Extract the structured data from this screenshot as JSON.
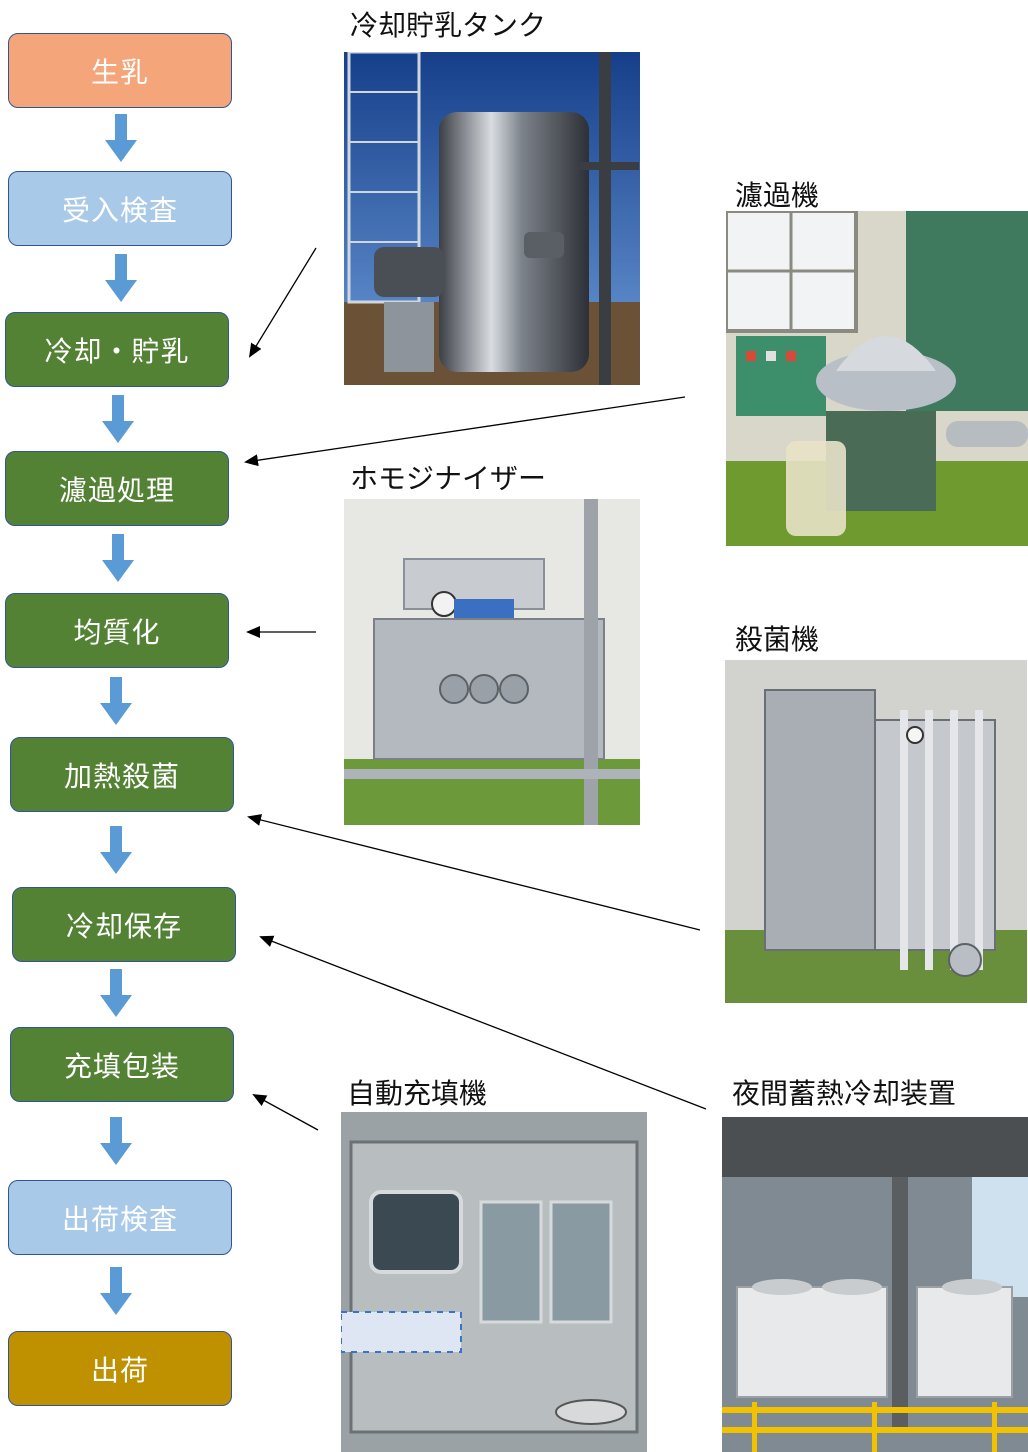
{
  "colors": {
    "raw_milk": "#f4a57a",
    "inspection": "#a9c9e9",
    "process": "#548235",
    "shipping": "#bf9000",
    "flow_arrow": "#5b9bd5",
    "pointer": "#000000"
  },
  "flow": {
    "steps": [
      {
        "label": "生乳",
        "kind": "raw_milk"
      },
      {
        "label": "受入検査",
        "kind": "inspection"
      },
      {
        "label": "冷却・貯乳",
        "kind": "process"
      },
      {
        "label": "濾過処理",
        "kind": "process"
      },
      {
        "label": "均質化",
        "kind": "process"
      },
      {
        "label": "加熱殺菌",
        "kind": "process"
      },
      {
        "label": "冷却保存",
        "kind": "process"
      },
      {
        "label": "充填包装",
        "kind": "process"
      },
      {
        "label": "出荷検査",
        "kind": "inspection"
      },
      {
        "label": "出荷",
        "kind": "shipping"
      }
    ]
  },
  "equipment": {
    "cooling_tank": {
      "caption": "冷却貯乳タンク",
      "icon": "storage-tank-photo"
    },
    "filter_machine": {
      "caption": "濾過機",
      "icon": "centrifugal-filter-photo"
    },
    "homogenizer": {
      "caption": "ホモジナイザー",
      "icon": "homogenizer-photo"
    },
    "sterilizer": {
      "caption": "殺菌機",
      "icon": "plate-sterilizer-photo"
    },
    "auto_filler": {
      "caption": "自動充填機",
      "icon": "filling-machine-photo"
    },
    "night_cooling": {
      "caption": "夜間蓄熱冷却装置",
      "icon": "chiller-unit-photo"
    }
  }
}
